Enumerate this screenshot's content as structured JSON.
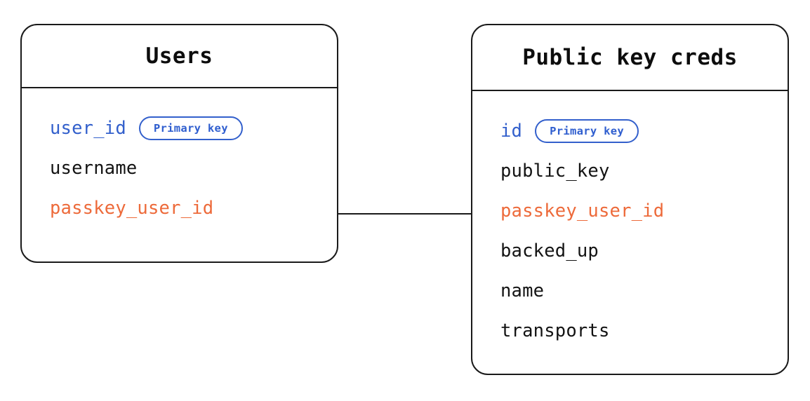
{
  "diagram": {
    "type": "entity-relationship-diagram",
    "background_color": "#ffffff",
    "colors": {
      "border": "#1a1a1a",
      "text": "#131313",
      "primary_key": "#3360cc",
      "foreign_key": "#ed6a3a",
      "badge_border": "#3360cc",
      "connector": "#1a1a1a"
    }
  },
  "entities": [
    {
      "id": "users",
      "title": "Users",
      "fields": [
        {
          "name": "user_id",
          "role": "key",
          "badge": "Primary key"
        },
        {
          "name": "username",
          "role": "plain",
          "badge": null
        },
        {
          "name": "passkey_user_id",
          "role": "fk",
          "badge": null
        }
      ]
    },
    {
      "id": "public_key_creds",
      "title": "Public key creds",
      "fields": [
        {
          "name": "id",
          "role": "key",
          "badge": "Primary key"
        },
        {
          "name": "public_key",
          "role": "plain",
          "badge": null
        },
        {
          "name": "passkey_user_id",
          "role": "fk",
          "badge": null
        },
        {
          "name": "backed_up",
          "role": "plain",
          "badge": null
        },
        {
          "name": "name",
          "role": "plain",
          "badge": null
        },
        {
          "name": "transports",
          "role": "plain",
          "badge": null
        }
      ]
    }
  ],
  "relationships": [
    {
      "from_entity": "users",
      "from_field": "passkey_user_id",
      "to_entity": "public_key_creds",
      "to_field": "passkey_user_id",
      "style": "straight-line"
    }
  ]
}
